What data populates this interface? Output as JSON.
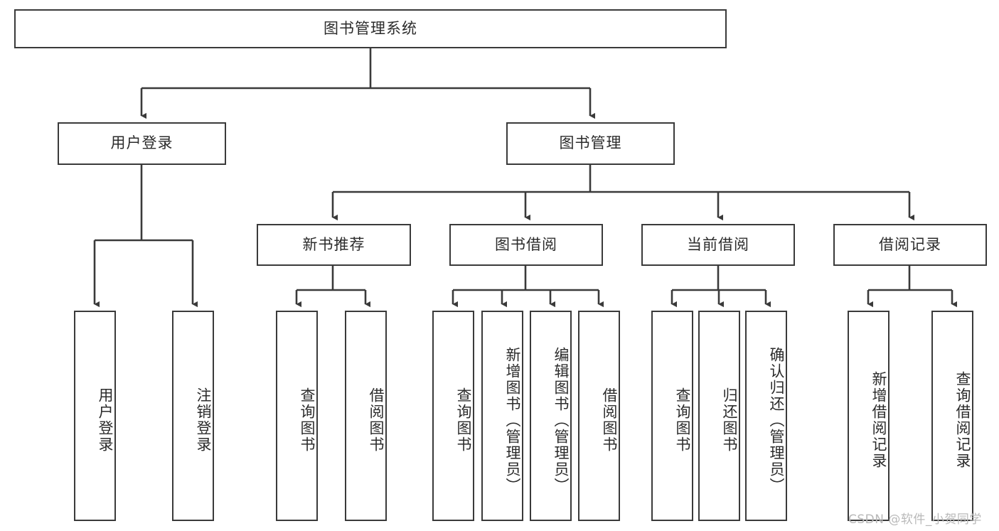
{
  "diagram": {
    "type": "tree-hierarchy-chart",
    "title": "图书管理系统",
    "watermark": "CSDN @软件_小贺同学",
    "colors": {
      "stroke": "#3a3a3a",
      "fill": "#ffffff",
      "text": "#2b2b2b",
      "watermark": "#b9b9b9"
    },
    "root": {
      "label": "图书管理系统"
    },
    "level2": [
      {
        "label": "用户登录"
      },
      {
        "label": "图书管理"
      }
    ],
    "level3": [
      {
        "label": "新书推荐"
      },
      {
        "label": "图书借阅"
      },
      {
        "label": "当前借阅"
      },
      {
        "label": "借阅记录"
      }
    ],
    "leaves": {
      "user_login": [
        {
          "label": "用户登录"
        },
        {
          "label": "注销登录"
        }
      ],
      "new_book": [
        {
          "label": "查询图书"
        },
        {
          "label": "借阅图书"
        }
      ],
      "book_borrow": [
        {
          "label": "查询图书"
        },
        {
          "label": "新增图书（管理员）"
        },
        {
          "label": "编辑图书（管理员）"
        },
        {
          "label": "借阅图书"
        }
      ],
      "current_borrow": [
        {
          "label": "查询图书"
        },
        {
          "label": "归还图书"
        },
        {
          "label": "确认归还（管理员）"
        }
      ],
      "borrow_record": [
        {
          "label": "新增借阅记录"
        },
        {
          "label": "查询借阅记录"
        }
      ]
    }
  }
}
